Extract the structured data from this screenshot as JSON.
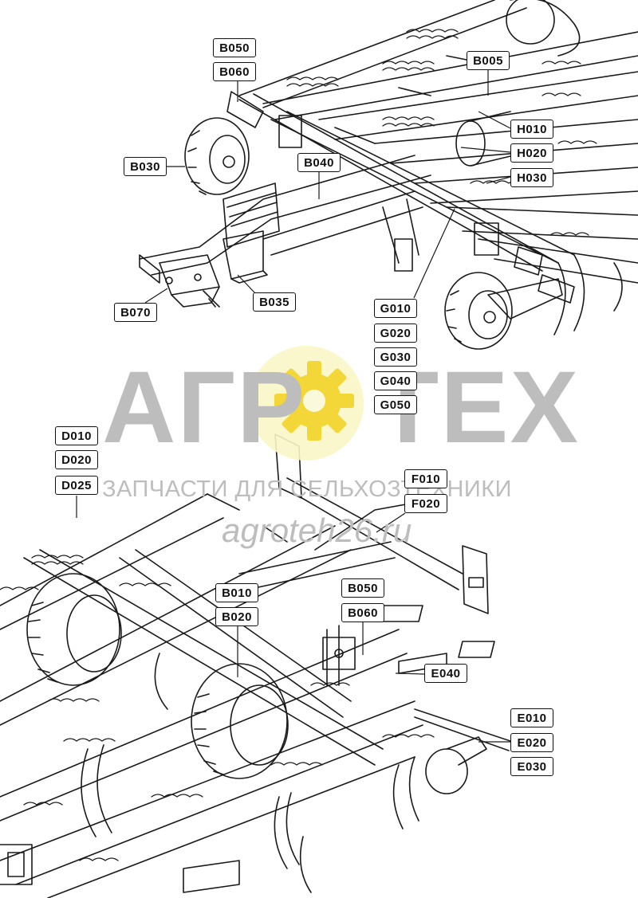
{
  "watermark": {
    "title_left": "АГР",
    "title_right": "ТЕХ",
    "subtitle": "ЗАПЧАСТИ ДЛЯ СЕЛЬХОЗТЕХНИКИ",
    "url": "agroteh26.ru",
    "text_color": "#bdbdbd",
    "gear_color": "#f3d637",
    "gear_bg_color": "#f9f6c6",
    "logo_icon": "gear-icon"
  },
  "callouts": {
    "top": [
      "B050",
      "B060",
      "B005",
      "H010",
      "H020",
      "H030",
      "B030",
      "B040",
      "B070",
      "B035",
      "G010",
      "G020",
      "G030",
      "G040",
      "G050"
    ],
    "bottom": [
      "D010",
      "D020",
      "D025",
      "F010",
      "F020",
      "B010",
      "B020",
      "B050",
      "B060",
      "E040",
      "E010",
      "E020",
      "E030"
    ]
  },
  "colors": {
    "line": "#1a1a1a",
    "paper": "#ffffff"
  }
}
